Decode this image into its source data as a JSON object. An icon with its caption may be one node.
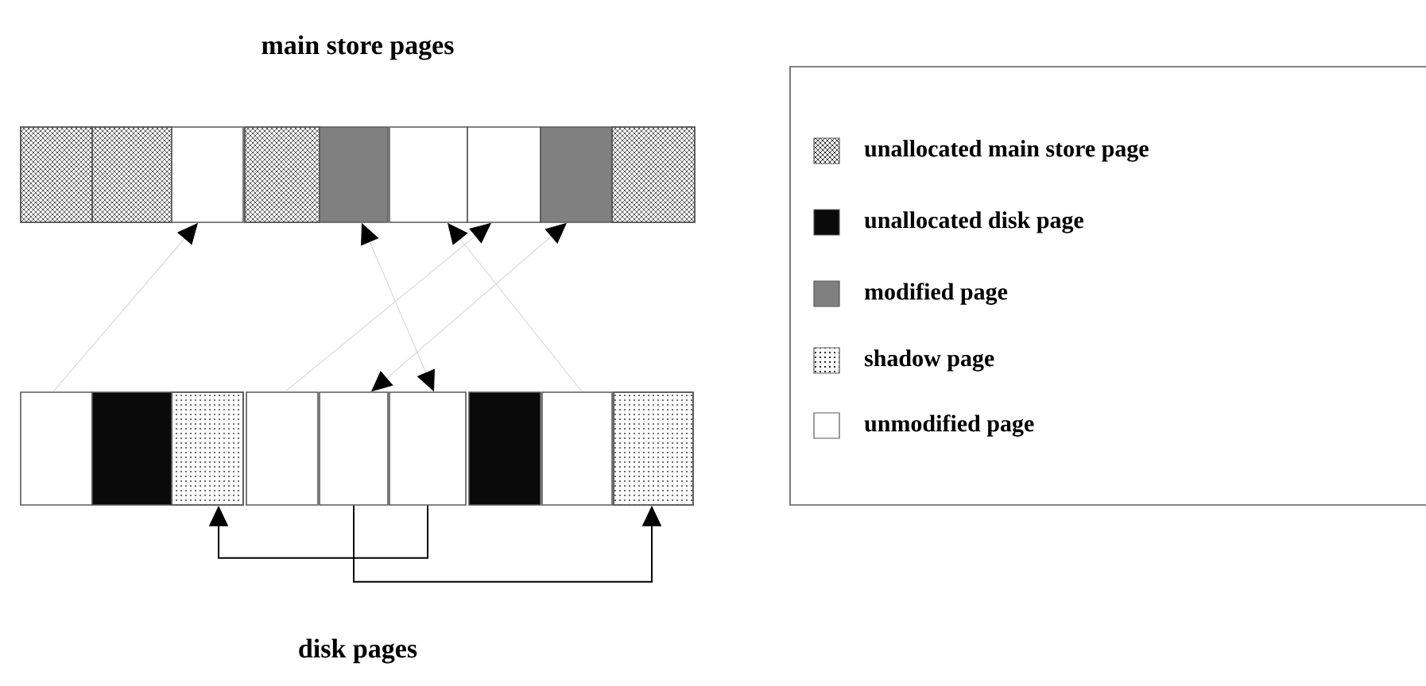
{
  "diagram": {
    "nodes": [
      {
        "text": [],
        "shape": "box"
      },
      {
        "text": [],
        "shape": "box"
      },
      {
        "text": [],
        "shape": "box"
      },
      {
        "text": [],
        "shape": "box"
      },
      {
        "text": [],
        "shape": "box"
      },
      {
        "text": [],
        "shape": "box"
      },
      {
        "text": [],
        "shape": "box"
      },
      {
        "text": [],
        "shape": "box"
      },
      {
        "text": [],
        "shape": "box"
      },
      {
        "text": [],
        "shape": "box"
      },
      {
        "text": [],
        "shape": "box"
      },
      {
        "text": [],
        "shape": "box"
      },
      {
        "text": [],
        "shape": "box"
      },
      {
        "text": [],
        "shape": "box"
      },
      {
        "text": [],
        "shape": "box"
      },
      {
        "text": [],
        "shape": "box"
      },
      {
        "text": [],
        "shape": "box"
      },
      {
        "text": [],
        "shape": "box"
      }
    ],
    "edges": [
      {
        "from": 9,
        "to": 2,
        "arrow": "to"
      },
      {
        "from": 12,
        "to": 6,
        "arrow": "to"
      },
      {
        "from": 13,
        "to": 7,
        "arrow": "both"
      },
      {
        "from": 4,
        "to": 14,
        "arrow": "both"
      },
      {
        "from": 16,
        "to": 5,
        "arrow": "to"
      },
      {
        "from": 14,
        "to": 11,
        "arrow": "to",
        "color": "#000000"
      },
      {
        "from": 13,
        "to": 17,
        "arrow": "to",
        "color": "#000000"
      }
    ],
    "labels": [
      "main store pages",
      "disk pages"
    ],
    "legend": [
      {
        "text": "unallocated main store page"
      },
      {
        "text": "unallocated disk page",
        "color": "#0a0a0a"
      },
      {
        "text": "modified page",
        "color": "#808080"
      },
      {
        "text": "shadow page"
      },
      {
        "text": "unmodified page"
      }
    ]
  }
}
